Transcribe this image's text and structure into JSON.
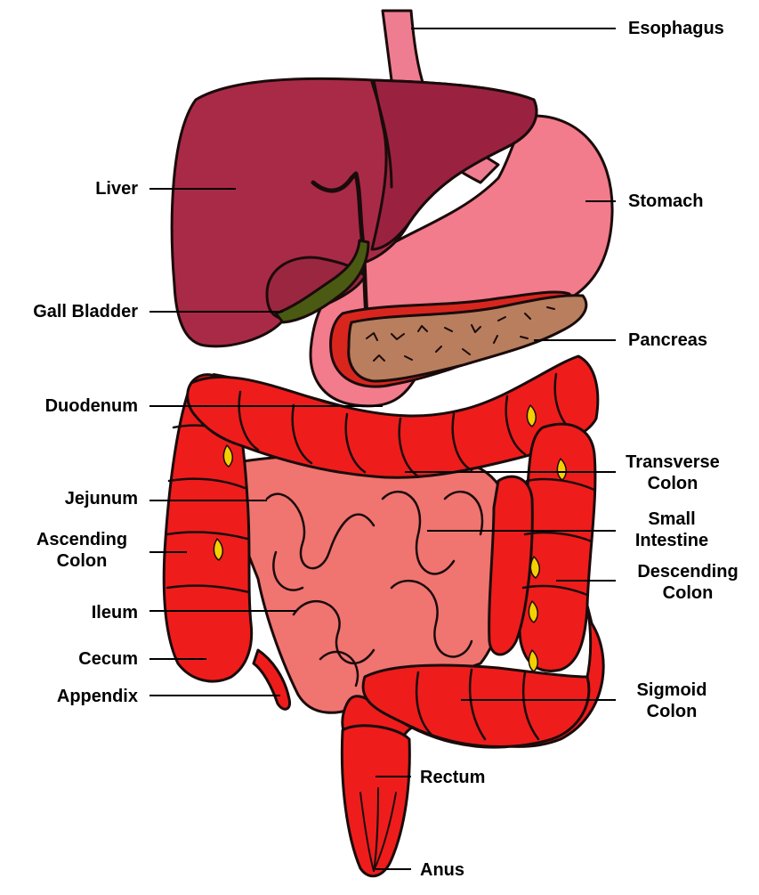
{
  "labels": {
    "esophagus": "Esophagus",
    "liver": "Liver",
    "stomach": "Stomach",
    "gall_bladder": "Gall Bladder",
    "pancreas": "Pancreas",
    "duodenum": "Duodenum",
    "transverse_colon": [
      "Transverse",
      "Colon"
    ],
    "jejunum": "Jejunum",
    "small_intestine": [
      "Small",
      "Intestine"
    ],
    "ascending_colon": [
      "Ascending",
      "Colon"
    ],
    "descending_colon": [
      "Descending",
      "Colon"
    ],
    "ileum": "Ileum",
    "cecum": "Cecum",
    "appendix": "Appendix",
    "sigmoid_colon": [
      "Sigmoid",
      "Colon"
    ],
    "rectum": "Rectum",
    "anus": "Anus"
  },
  "colors": {
    "liver": "#a92a47",
    "liver_right_lobe": "#9a2240",
    "esophagus": "#ef7d92",
    "stomach": "#f27b8c",
    "pancreas": "#b87e5e",
    "pancreas_rim": "#d8261f",
    "gall_bladder": "#4a5a12",
    "colon": "#ef1c1c",
    "small_intestine": "#f07470",
    "mesentery": "#f4c4d8",
    "fat_tags": "#f5d000",
    "outline": "#1a0b0b"
  }
}
